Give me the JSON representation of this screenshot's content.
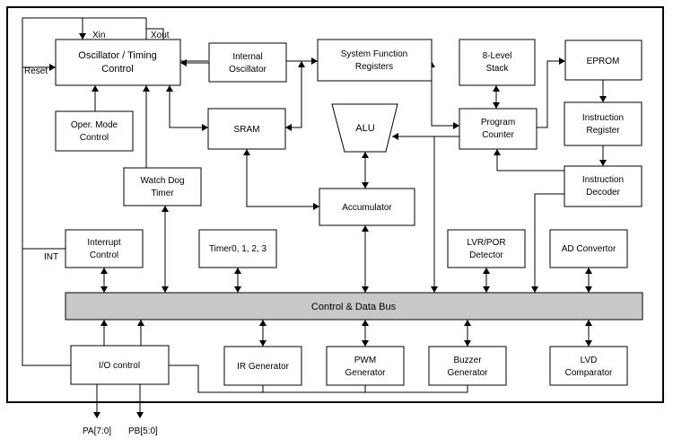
{
  "blocks": {
    "osc_timing": [
      "Oscillator / Timing",
      "Control"
    ],
    "internal_osc": [
      "Internal",
      "Oscillator"
    ],
    "sys_func_regs": [
      "System Function",
      "Registers"
    ],
    "stack": [
      "8-Level",
      "Stack"
    ],
    "eprom": [
      "EPROM"
    ],
    "oper_mode": [
      "Oper. Mode",
      "Control"
    ],
    "sram": [
      "SRAM"
    ],
    "alu": [
      "ALU"
    ],
    "prog_counter": [
      "Program",
      "Counter"
    ],
    "instr_reg": [
      "Instruction",
      "Register"
    ],
    "watchdog": [
      "Watch Dog",
      "Timer"
    ],
    "accumulator": [
      "Accumulator"
    ],
    "instr_decoder": [
      "Instruction",
      "Decoder"
    ],
    "interrupt": [
      "Interrupt",
      "Control"
    ],
    "timers": [
      "Timer0, 1, 2, 3"
    ],
    "lvr_por": [
      "LVR/POR",
      "Detector"
    ],
    "ad_conv": [
      "AD Convertor"
    ],
    "bus": [
      "Control  & Data Bus"
    ],
    "io_control": [
      "I/O control"
    ],
    "ir_gen": [
      "IR Generator"
    ],
    "pwm_gen": [
      "PWM",
      "Generator"
    ],
    "buzzer_gen": [
      "Buzzer",
      "Generator"
    ],
    "lvd_comp": [
      "LVD",
      "Comparator"
    ]
  },
  "signals": {
    "xin": "Xin",
    "xout": "Xout",
    "reset": "Reset",
    "int": "INT",
    "pa": "PA[7:0]",
    "pb": "PB[5:0]"
  }
}
